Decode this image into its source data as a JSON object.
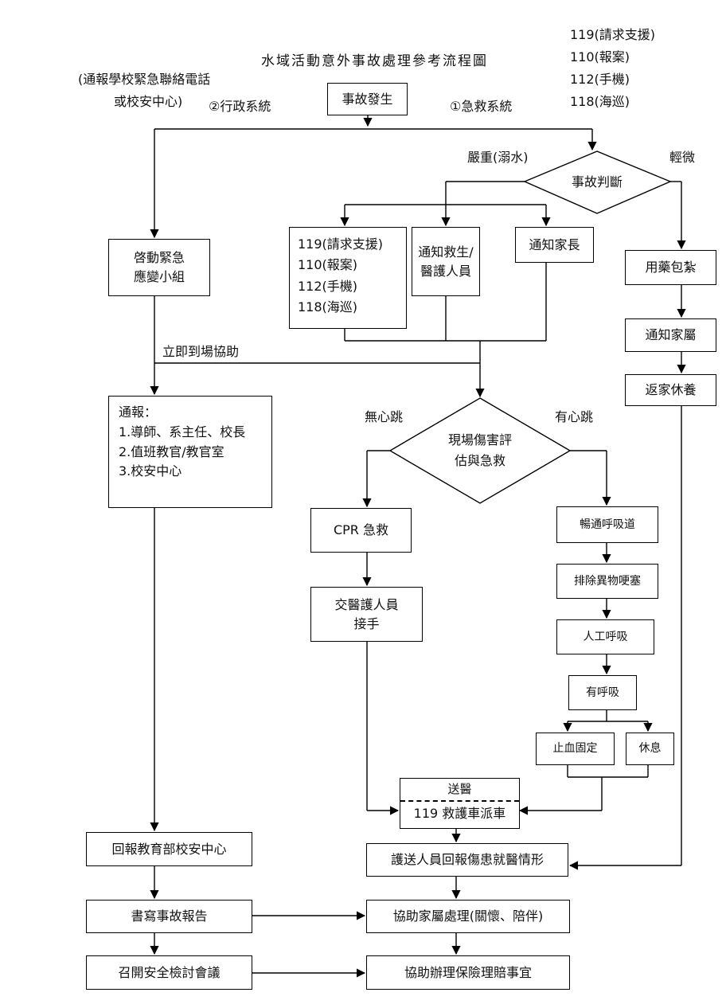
{
  "title": "水域活動意外事故處理參考流程圖",
  "hotlines_top": [
    "119(請求支援)",
    "110(報案)",
    "112(手機)",
    "118(海巡)"
  ],
  "notes": {
    "notify_school_line1": "(通報學校緊急聯絡電話",
    "notify_school_line2": "或校安中心)",
    "admin_system": "②行政系統",
    "rescue_system": "①急救系統",
    "severe": "嚴重(溺水)",
    "minor": "輕微",
    "go_assist": "立即到場協助",
    "no_heartbeat": "無心跳",
    "has_heartbeat": "有心跳"
  },
  "nodes": {
    "incident": "事故發生",
    "judge": "事故判斷",
    "emergency_team": [
      "啓動緊急",
      "應變小組"
    ],
    "hotlines_box": [
      "119(請求支援)",
      "110(報案)",
      "112(手機)",
      "118(海巡)"
    ],
    "notify_lifeguard": [
      "通知救生/",
      "醫護人員"
    ],
    "notify_parents": "通知家長",
    "medicate": "用藥包紮",
    "notify_family": "通知家屬",
    "go_home": "返家休養",
    "report_list": [
      "通報：",
      "1.導師、系主任、校長",
      "2.值班教官/教官室",
      "3.校安中心"
    ],
    "assess": [
      "現場傷害評",
      "估與急救"
    ],
    "cpr": "CPR 急救",
    "handover": [
      "交醫護人員",
      "接手"
    ],
    "airway": "暢通呼吸道",
    "remove_obstruction": "排除異物哽塞",
    "artificial_breathing": "人工呼吸",
    "breathing": "有呼吸",
    "stop_bleeding": "止血固定",
    "rest": "休息",
    "hospital_top": "送醫",
    "hospital_bottom": "119 救護車派車",
    "report_moe": "回報教育部校安中心",
    "escort_report": "護送人員回報傷患就醫情形",
    "write_report": "書寫事故報告",
    "assist_family": "協助家屬處理(關懷、陪伴)",
    "safety_review": "召開安全檢討會議",
    "insurance": "協助辦理保險理賠事宜"
  }
}
